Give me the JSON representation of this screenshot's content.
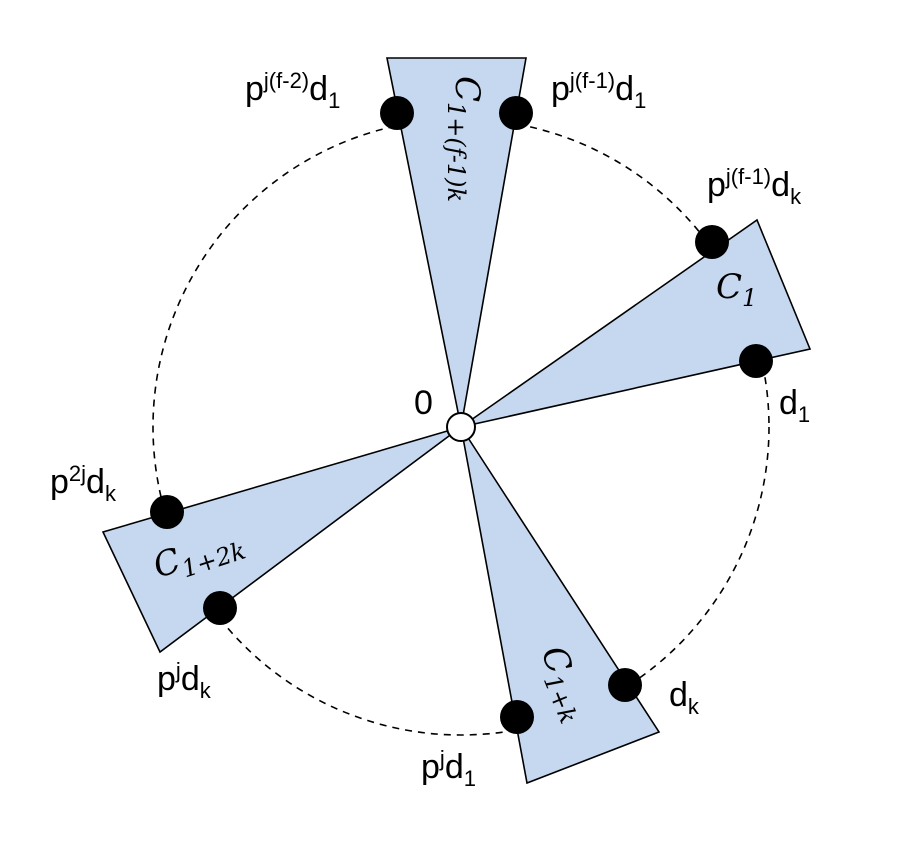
{
  "origin_label": "0",
  "cones": [
    {
      "id": "top",
      "main": "C",
      "sub": "1+(f-1)k"
    },
    {
      "id": "right",
      "main": "C",
      "sub": "1"
    },
    {
      "id": "bottom",
      "main": "C",
      "sub": "1+k"
    },
    {
      "id": "left",
      "main": "C",
      "sub": "1+2k"
    }
  ],
  "points": [
    {
      "id": "top-left",
      "base": "p",
      "sup": "j(f-2)",
      "tail": "d",
      "sub": "1"
    },
    {
      "id": "top-right",
      "base": "p",
      "sup": "j(f-1)",
      "tail": "d",
      "sub": "1"
    },
    {
      "id": "right-upper",
      "base": "p",
      "sup": "j(f-1)",
      "tail": "d",
      "sub": "k"
    },
    {
      "id": "right-lower",
      "base": "",
      "sup": "",
      "tail": "d",
      "sub": "1"
    },
    {
      "id": "bottom-right",
      "base": "",
      "sup": "",
      "tail": "d",
      "sub": "k"
    },
    {
      "id": "bottom-left",
      "base": "p",
      "sup": "j",
      "tail": "d",
      "sub": "1"
    },
    {
      "id": "left-lower",
      "base": "p",
      "sup": "j",
      "tail": "d",
      "sub": "k"
    },
    {
      "id": "left-upper",
      "base": "p",
      "sup": "2j",
      "tail": "d",
      "sub": "k"
    }
  ],
  "colors": {
    "cone_fill": "#c5d8f0",
    "stroke": "#000000",
    "dot": "#000000",
    "background": "#ffffff"
  }
}
